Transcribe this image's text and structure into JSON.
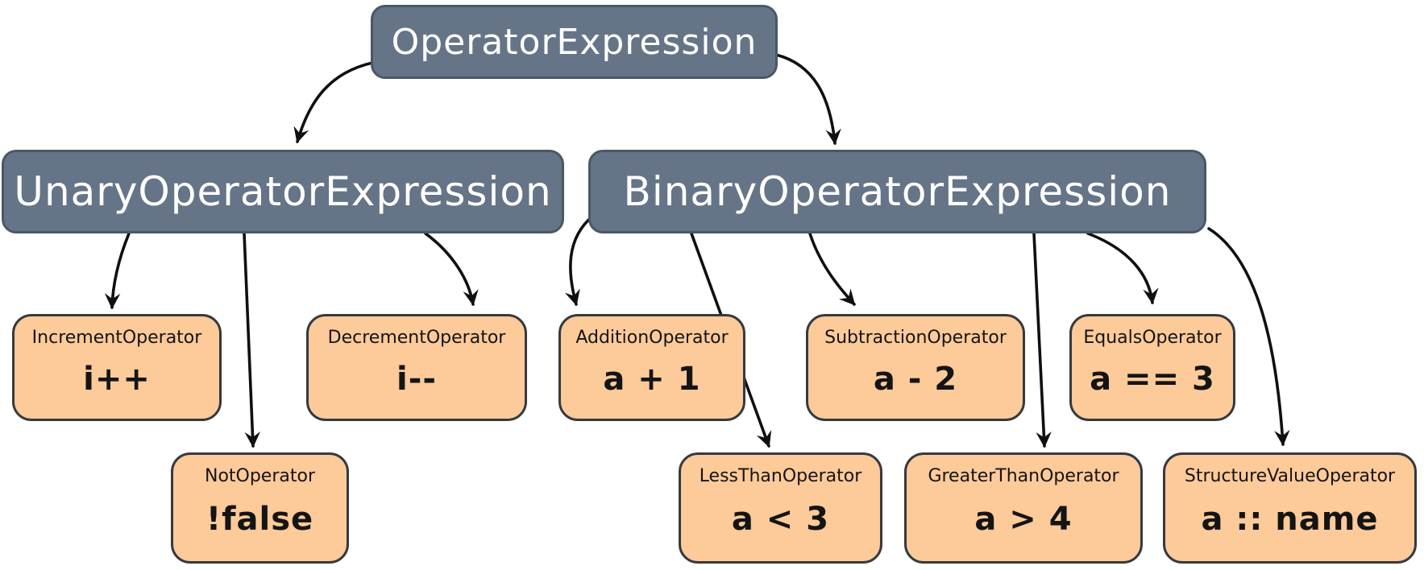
{
  "nodes": {
    "root": {
      "label": "OperatorExpression"
    },
    "unary": {
      "label": "UnaryOperatorExpression"
    },
    "binary": {
      "label": "BinaryOperatorExpression"
    }
  },
  "leaves": [
    {
      "id": "increment-operator",
      "title": "IncrementOperator",
      "example": "i++"
    },
    {
      "id": "decrement-operator",
      "title": "DecrementOperator",
      "example": "i--"
    },
    {
      "id": "not-operator",
      "title": "NotOperator",
      "example": "!false"
    },
    {
      "id": "addition-operator",
      "title": "AdditionOperator",
      "example": "a + 1"
    },
    {
      "id": "subtraction-operator",
      "title": "SubtractionOperator",
      "example": "a - 2"
    },
    {
      "id": "equals-operator",
      "title": "EqualsOperator",
      "example": "a == 3"
    },
    {
      "id": "less-than-operator",
      "title": "LessThanOperator",
      "example": "a < 3"
    },
    {
      "id": "greater-than-operator",
      "title": "GreaterThanOperator",
      "example": "a > 4"
    },
    {
      "id": "structure-value-operator",
      "title": "StructureValueOperator",
      "example": "a :: name"
    }
  ],
  "edges": [
    {
      "from": "operator-expression",
      "to": "unary-operator-expression"
    },
    {
      "from": "operator-expression",
      "to": "binary-operator-expression"
    },
    {
      "from": "unary-operator-expression",
      "to": "increment-operator"
    },
    {
      "from": "unary-operator-expression",
      "to": "not-operator"
    },
    {
      "from": "unary-operator-expression",
      "to": "decrement-operator"
    },
    {
      "from": "binary-operator-expression",
      "to": "addition-operator"
    },
    {
      "from": "binary-operator-expression",
      "to": "less-than-operator"
    },
    {
      "from": "binary-operator-expression",
      "to": "subtraction-operator"
    },
    {
      "from": "binary-operator-expression",
      "to": "greater-than-operator"
    },
    {
      "from": "binary-operator-expression",
      "to": "equals-operator"
    },
    {
      "from": "binary-operator-expression",
      "to": "structure-value-operator"
    }
  ],
  "colors": {
    "node-fill": "#667487",
    "node-border": "#495866",
    "leaf-fill": "#fdca99",
    "leaf-border": "#343a40",
    "arrow": "#101010"
  }
}
